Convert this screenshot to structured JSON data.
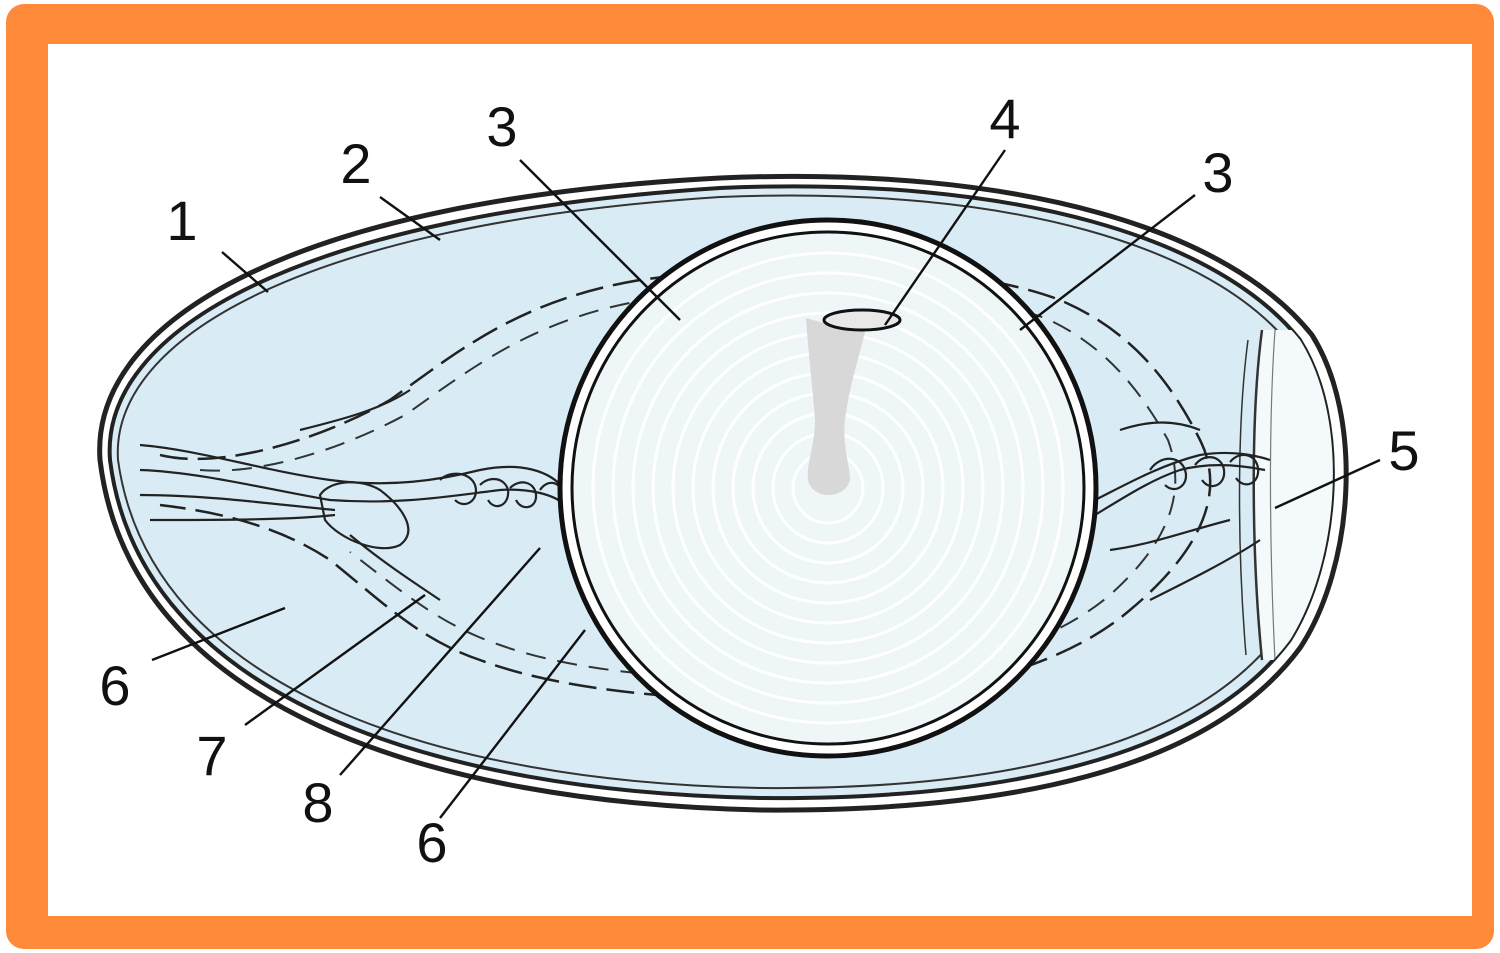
{
  "figure": {
    "frame_color": "#ff8a3a",
    "albumen_color": "#d9ecf5",
    "yolk_color": "#eef6f8",
    "labels": [
      {
        "id": "1",
        "text": "1"
      },
      {
        "id": "2",
        "text": "2"
      },
      {
        "id": "3a",
        "text": "3"
      },
      {
        "id": "4",
        "text": "4"
      },
      {
        "id": "3b",
        "text": "3"
      },
      {
        "id": "5",
        "text": "5"
      },
      {
        "id": "6a",
        "text": "6"
      },
      {
        "id": "7",
        "text": "7"
      },
      {
        "id": "8",
        "text": "8"
      },
      {
        "id": "6b",
        "text": "6"
      }
    ]
  }
}
